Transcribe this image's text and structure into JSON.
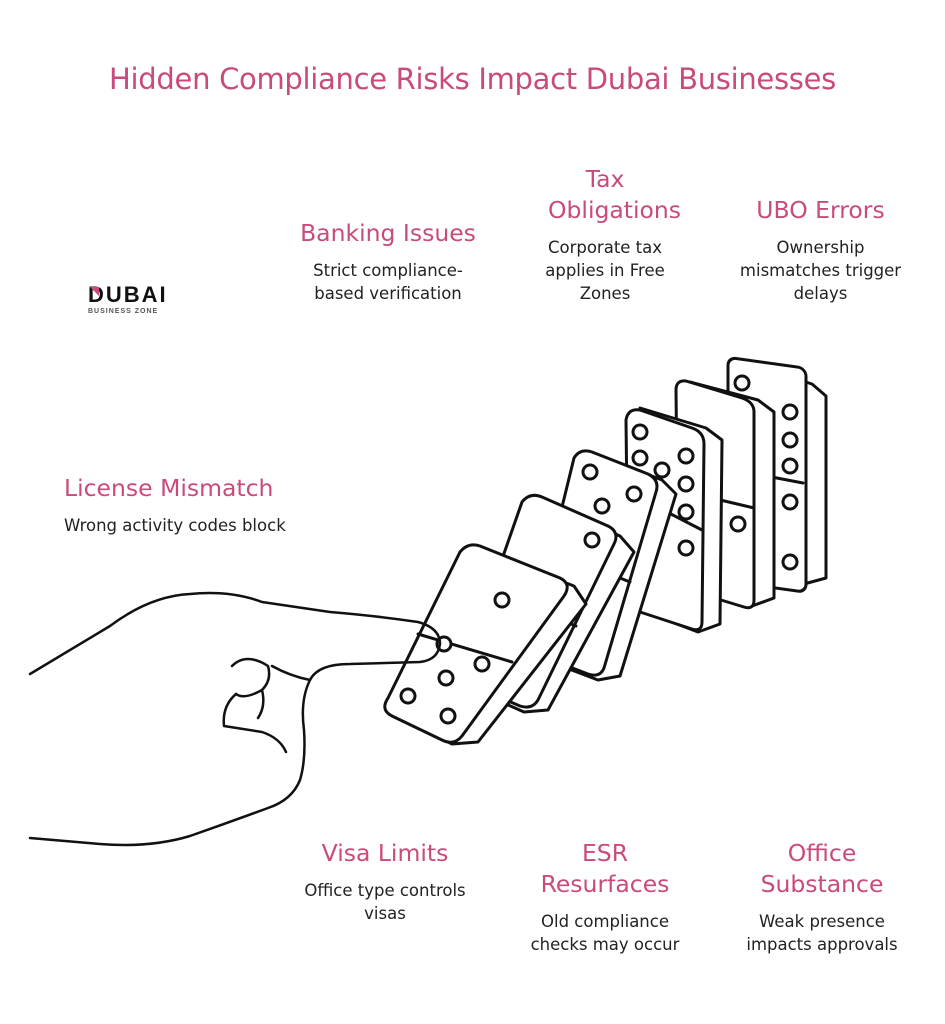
{
  "title": "Hidden Compliance Risks Impact Dubai Businesses",
  "logo": {
    "name": "DUBAI",
    "subtitle": "BUSINESS ZONE"
  },
  "risks": {
    "banking": {
      "title": "Banking Issues",
      "desc": "Strict compliance-based verification"
    },
    "tax": {
      "title": "Tax Obligations",
      "desc": "Corporate tax applies in Free Zones"
    },
    "ubo": {
      "title": "UBO Errors",
      "desc": "Ownership mismatches trigger delays"
    },
    "license": {
      "title": "License Mismatch",
      "desc": "Wrong activity codes block"
    },
    "visa": {
      "title": "Visa Limits",
      "desc": "Office type controls visas"
    },
    "esr": {
      "title": "ESR Resurfaces",
      "desc": "Old compliance checks may occur"
    },
    "office": {
      "title": "Office Substance",
      "desc": "Weak presence impacts approvals"
    }
  },
  "colors": {
    "accent": "#c94a7c",
    "text": "#222222",
    "line": "#111111"
  }
}
